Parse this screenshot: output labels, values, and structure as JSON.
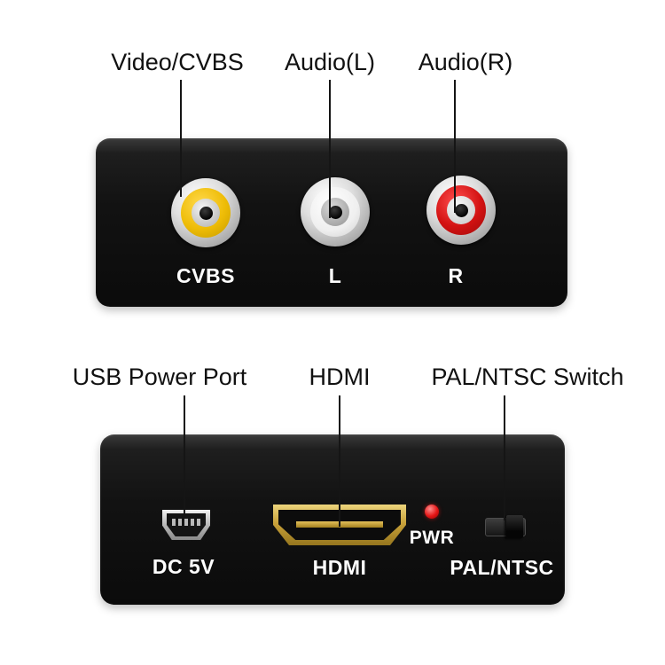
{
  "top_panel": {
    "callout_labels": [
      "Video/CVBS",
      "Audio(L)",
      "Audio(R)"
    ],
    "port_labels": [
      "CVBS",
      "L",
      "R"
    ],
    "jack_colors": {
      "video": "#eebc06",
      "audio_left": "#efefef",
      "audio_right": "#d31212"
    }
  },
  "bottom_panel": {
    "callout_labels": [
      "USB Power Port",
      "HDMI",
      "PAL/NTSC Switch"
    ],
    "port_labels": {
      "usb": "DC 5V",
      "hdmi": "HDMI",
      "led": "PWR",
      "switch": "PAL/NTSC"
    },
    "accent_colors": {
      "hdmi_gold": "#c9a23a",
      "power_led": "#e51515",
      "panel_black": "#0b0b0b"
    }
  }
}
